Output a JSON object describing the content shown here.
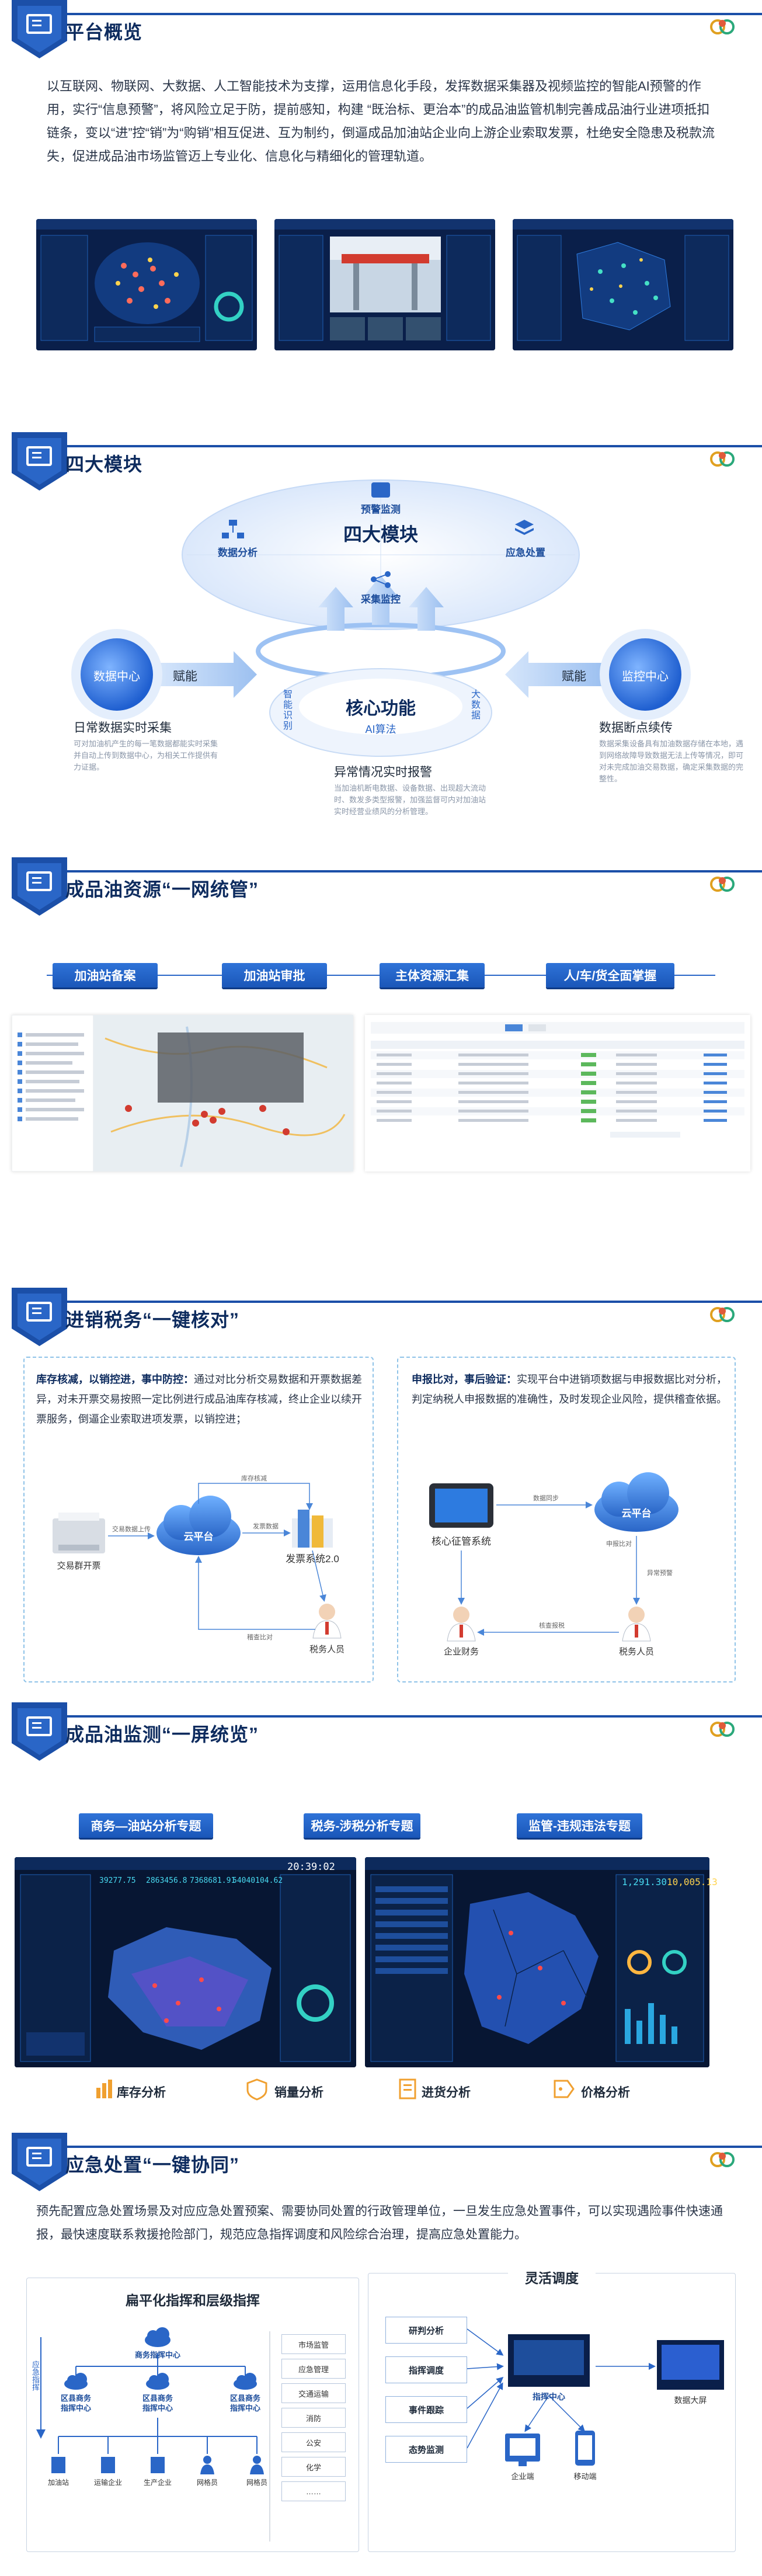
{
  "overview": {
    "title": "平台概览",
    "paragraph": "以互联网、物联网、大数据、人工智能技术为支撑，运用信息化手段，发挥数据采集器及视频监控的智能AI预警的作用，实行“信息预警”，将风险立足于防，提前感知，构建 “既治标、更治本”的成品油监管机制完善成品油行业进项抵扣链条，变以“进”控“销”为“购销”相互促进、互为制约，倒逼成品加油站企业向上游企业索取发票，杜绝安全隐患及税款流失，促进成品油市场监管迈上专业化、信息化与精细化的管理轨道。"
  },
  "modules": {
    "title": "四大模块",
    "center_title": "四大模块",
    "items": [
      "预警监测",
      "数据分析",
      "应急处置",
      "采集监控"
    ],
    "core_title": "核心功能",
    "ai_label": "AI算法",
    "left_circle": "数据中心",
    "right_circle": "监控中心",
    "left_arrow_label": "赋能",
    "right_arrow_label": "赋能",
    "side_left_vertical": "智能识别",
    "side_right_vertical": "大数据",
    "feature_left_title": "日常数据实时采集",
    "feature_left_desc": "可对加油机产生的每一笔数据都能实时采集并自动上传到数据中心，为相关工作提供有力证据。",
    "feature_right_title": "数据断点续传",
    "feature_right_desc": "数据采集设备具有加油数据存储在本地，遇到网络故障导致数据无法上传等情况，即可对未完成加油交易数据，确定采集数据的完整性。",
    "feature_bottom_title": "异常情况实时报警",
    "feature_bottom_desc": "当加油机断电数据、设备数据、出现超大流动时、数发多类型报警，加强监督可内对加油站实时经营业绩风的分析管理。"
  },
  "resources": {
    "title": "成品油资源“一网统管”",
    "pills": [
      "加油站备案",
      "加油站审批",
      "主体资源汇集",
      "人/车/货全面掌握"
    ]
  },
  "tax": {
    "title": "进销税务“一键核对”",
    "left_bold": "库存核减，以销控进，事中防控：",
    "left_text": "通过对比分析交易数据和开票数据差异，对未开票交易按照一定比例进行成品油库存核减，终止企业以续开票服务，倒逼企业索取进项发票，以销控进；",
    "right_bold": "申报比对，事后验证：",
    "right_text": "实现平台中进销项数据与申报数据比对分析，判定纳税人申报数据的准确性，及时发现企业风险，提供稽查依据。",
    "left_nodes": {
      "cloud": "云平台",
      "invoice": "交易群开票",
      "system": "发票系统2.0",
      "officer": "税务人员",
      "e1": "交易数据上传",
      "e2": "发票数据",
      "e3": "库存核减",
      "e4": "稽查比对"
    },
    "right_nodes": {
      "system": "核心征管系统",
      "cloud": "云平台",
      "company": "企业财务",
      "officer": "税务人员",
      "e1": "数据同步",
      "e2": "申报比对",
      "e3": "异常预警",
      "e4": "核查报税"
    }
  },
  "monitor": {
    "title": "成品油监测“一屏统览”",
    "pills": [
      "商务—油站分析专题",
      "税务-涉税分析专题",
      "监管-违规违法专题"
    ],
    "features": [
      "库存分析",
      "销量分析",
      "进货分析",
      "价格分析"
    ],
    "screen1": {
      "numbers": [
        "39277.75",
        "2863456.8",
        "7368681.91",
        "54040104.62"
      ],
      "time": "20:39:02"
    },
    "screen2": {
      "numbers": [
        "1,291.30",
        "10,005.13"
      ]
    }
  },
  "emergency": {
    "title": "应急处置“一键协同”",
    "paragraph": "预先配置应急处置场景及对应应急处置预案、需要协同处置的行政管理单位，一旦发生应急处置事件，可以实现遇险事件快速通报，最快速度联系救援抢险部门，规范应急指挥调度和风险综合治理，提高应急处置能力。",
    "left_title": "扁平化指挥和层级指挥",
    "center_node": "商务指挥中心",
    "district_nodes": [
      "区县商务指挥中心",
      "区县商务指挥中心",
      "区县商务指挥中心"
    ],
    "left_vertical": "应急指挥",
    "leaf_nodes": [
      "加油站",
      "运输企业",
      "生产企业",
      "网格员",
      "网格员"
    ],
    "side_list": [
      "市场监管",
      "应急管理",
      "交通运输",
      "消防",
      "公安",
      "化学",
      "……"
    ],
    "right_title": "灵活调度",
    "right_list": [
      "研判分析",
      "指挥调度",
      "事件跟踪",
      "态势监测"
    ],
    "right_center": "指挥中心",
    "right_far": "数据大屏",
    "right_bottom": [
      "企业端",
      "移动端"
    ]
  }
}
